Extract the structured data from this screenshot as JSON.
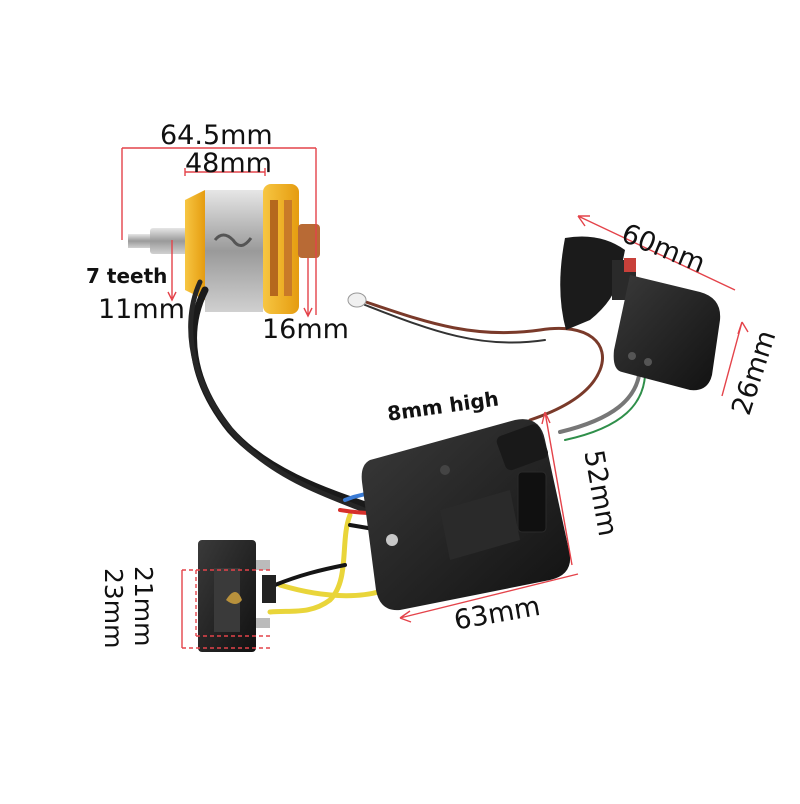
{
  "product": {
    "photo_subject": "brushless motor with wiring harness, controller board, trigger switch and battery terminal block"
  },
  "dimensions": {
    "motor_total_length": "64.5mm",
    "motor_body_length": "48mm",
    "motor_teeth": "7 teeth",
    "shaft_diameter": "11mm",
    "bearing_diameter": "16mm",
    "switch_length": "60mm",
    "switch_height": "26mm",
    "board_height_label": "8mm high",
    "board_depth": "52mm",
    "board_width": "63mm",
    "terminal_inner": "21mm",
    "terminal_outer": "23mm"
  },
  "colors": {
    "dimension_line": "#e4434a",
    "motor_yellow": "#f3b21e",
    "board_black": "#1c1c1c",
    "wire_yellow": "#e9d53a",
    "wire_blue": "#3a7bd5",
    "wire_red": "#d6302b"
  }
}
